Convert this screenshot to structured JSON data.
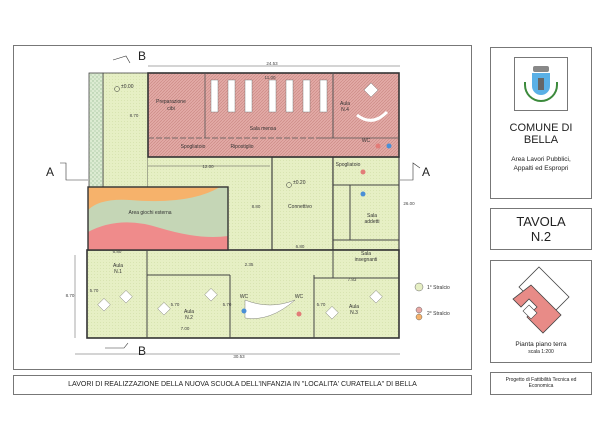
{
  "plan": {
    "section_labels": {
      "a_left": "A",
      "a_right": "A",
      "b_top": "B",
      "b_bottom": "B"
    },
    "rooms": {
      "preparazione": "Preparazione",
      "preparazione2": "cibi",
      "sala_mensa": "Sala mensa",
      "spogliatoio_cucina": "Spogliatoio",
      "ripostiglio": "Ripostiglio",
      "aula4": "Aula",
      "aula4n": "N.4",
      "wc_top": "WC",
      "spogliatoio": "Spogliatoio",
      "connettivo": "Connettivo",
      "sala_addetti": "Sala",
      "sala_addetti2": "addetti",
      "sala_insegnanti": "Sala",
      "sala_insegnanti2": "insegnanti",
      "area_giochi": "Area giochi esterna",
      "aula1": "Aula",
      "aula1n": "N.1",
      "aula2": "Aula",
      "aula2n": "N.2",
      "aula3": "Aula",
      "aula3n": "N.3",
      "wc_m": "WC",
      "wc_f": "WC"
    },
    "elevations": {
      "entry": "±0.00",
      "connettivo": "±0.20"
    },
    "dimensions": {
      "top": "24.53",
      "bottom": "30.53",
      "mid": "12.00",
      "left_corr": "8.70",
      "play_h": "8.80",
      "left_wing": "8.70",
      "aula1_w": "6.80",
      "conn_w": "6.80",
      "corr": "2.35",
      "aula2_w": "7.00",
      "aula3_w": "7.83",
      "right": "26.00",
      "aula_h1": "5.70",
      "aula_h2": "5.70",
      "aula_h3": "5.70",
      "aula_h4": "5.70",
      "mensa": "11.00"
    },
    "legend": [
      {
        "label": "1° Stralcio",
        "color": "#e6efc4"
      },
      {
        "label": "2° Stralcio",
        "color": "#e8a8a4"
      }
    ]
  },
  "footer": {
    "title": "LAVORI DI REALIZZAZIONE DELLA NUOVA SCUOLA DELL'INFANZIA IN \"LOCALITA' CURATELLA\" DI BELLA"
  },
  "sidebar": {
    "comune_line1": "COMUNE DI",
    "comune_line2": "BELLA",
    "area_line1": "Area Lavori Pubblici,",
    "area_line2": "Appalti ed Espropri",
    "tavola_line1": "TAVOLA",
    "tavola_line2": "N.2",
    "pianta": "Pianta piano terra",
    "scala": "scala 1:200",
    "progetto": "Progetto di Fattibilità Tecnica ed Economica"
  },
  "colors": {
    "stage1": "#e6efc4",
    "stage2": "#e8a8a4",
    "orange": "#f6b26b",
    "green": "#c5d6b6",
    "red": "#ef8b8b"
  }
}
